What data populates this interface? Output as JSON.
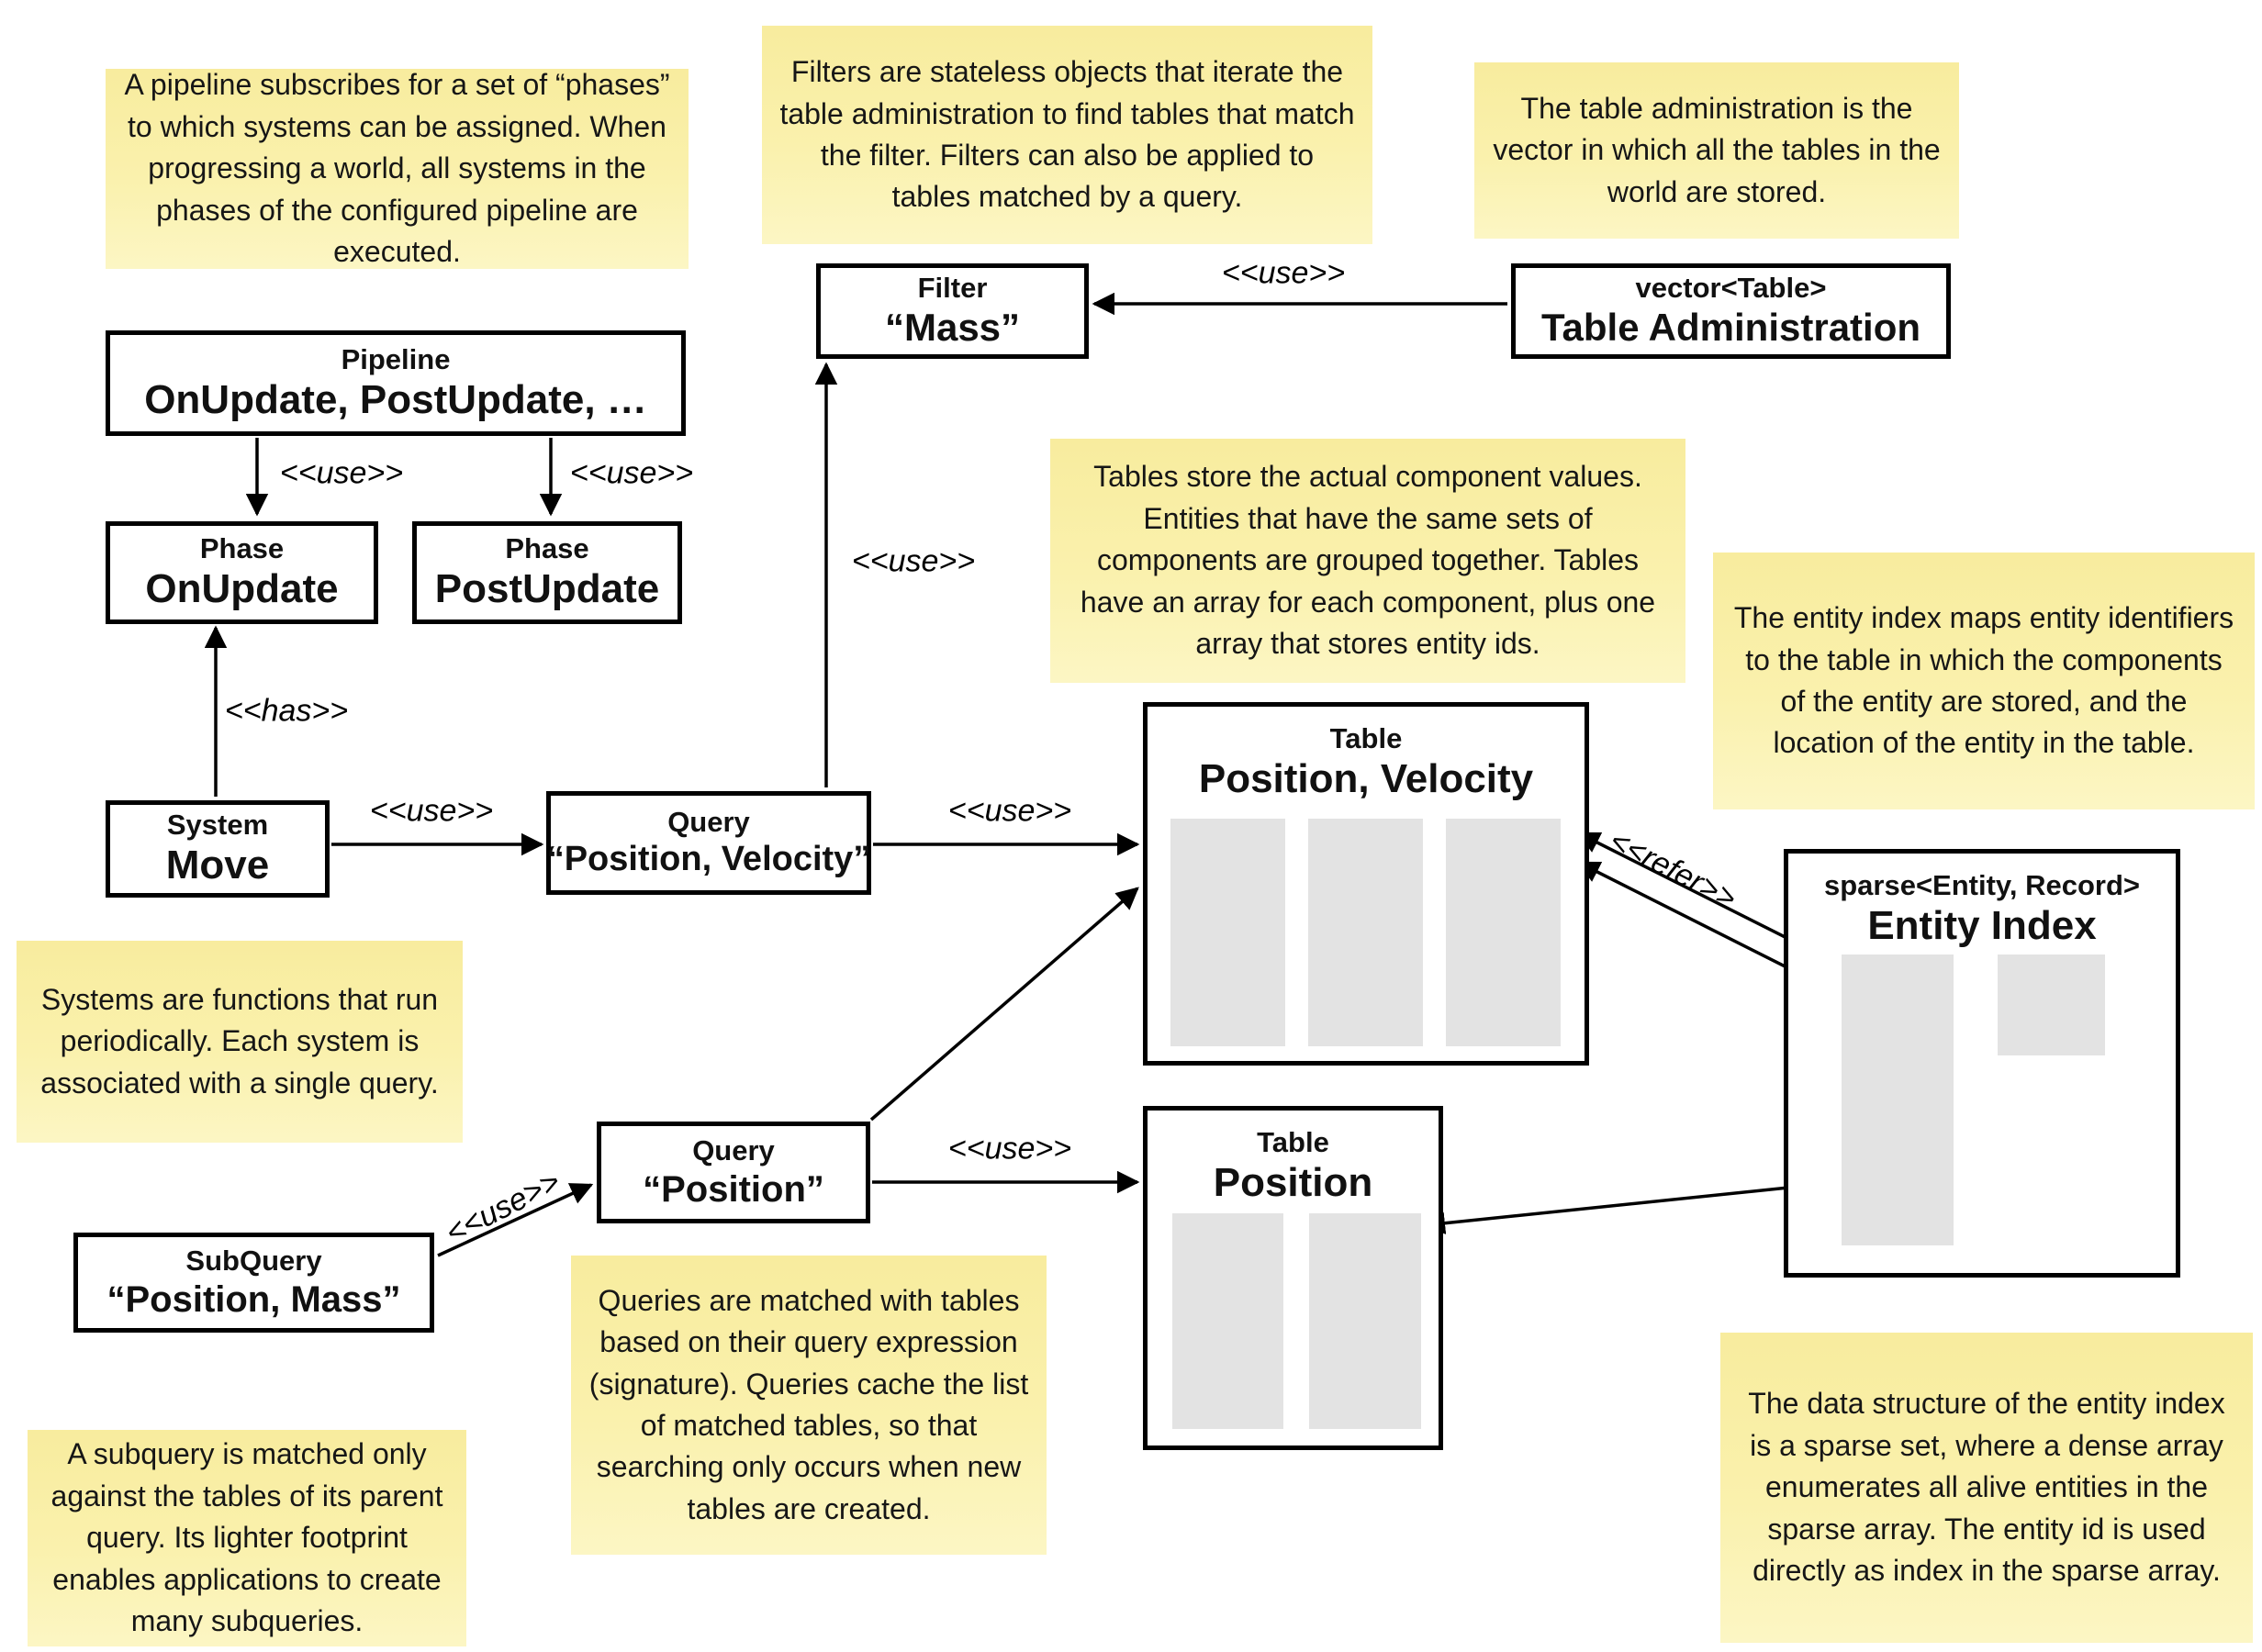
{
  "colors": {
    "note_bg_top": "#f8ec9e",
    "note_bg_bottom": "#fcf6c4",
    "box_border": "#000000",
    "array_fill": "#e3e3e3",
    "background": "#ffffff"
  },
  "notes": [
    {
      "id": "pipeline-note",
      "text": "A pipeline subscribes for a set of “phases” to which systems can be assigned. When progressing a world, all systems in the phases of the configured pipeline are executed."
    },
    {
      "id": "filters-note",
      "text": "Filters are stateless objects that iterate the table administration to find tables that match the filter. Filters can also be applied to tables matched by a query."
    },
    {
      "id": "table-admin-note",
      "text": "The table administration is the vector in which all the tables in the world are stored."
    },
    {
      "id": "tables-note",
      "text": "Tables store the actual component values. Entities that have the same sets of components are grouped together. Tables have an array for each component, plus one array that stores entity ids."
    },
    {
      "id": "entity-index-note",
      "text": "The entity index maps entity identifiers to the table in which the components of the entity are stored, and the location of the entity in the table."
    },
    {
      "id": "systems-note",
      "text": "Systems are functions that run periodically. Each system is associated with a single query."
    },
    {
      "id": "queries-note",
      "text": "Queries are matched with tables based on their query expression (signature). Queries cache the list of matched tables, so that searching only occurs when new tables are created."
    },
    {
      "id": "subquery-note",
      "text": "A subquery is matched only against the tables of its parent query. Its lighter footprint enables applications to create many subqueries."
    },
    {
      "id": "sparse-note",
      "text": "The data structure of the entity index is a sparse set, where a dense array enumerates all alive entities in the sparse array. The entity id is used directly as index in the sparse array."
    }
  ],
  "boxes": [
    {
      "id": "pipeline",
      "title": "Pipeline",
      "name": "OnUpdate, PostUpdate, …"
    },
    {
      "id": "phase-onupdate",
      "title": "Phase",
      "name": "OnUpdate"
    },
    {
      "id": "phase-postupdate",
      "title": "Phase",
      "name": "PostUpdate"
    },
    {
      "id": "filter-mass",
      "title": "Filter",
      "name": "“Mass”"
    },
    {
      "id": "table-admin",
      "title": "vector<Table>",
      "name": "Table Administration"
    },
    {
      "id": "system-move",
      "title": "System",
      "name": "Move"
    },
    {
      "id": "query-pos-vel",
      "title": "Query",
      "name": "“Position, Velocity”"
    },
    {
      "id": "table-pos-vel",
      "title": "Table",
      "name": "Position, Velocity"
    },
    {
      "id": "entity-index",
      "title": "sparse<Entity, Record>",
      "name": "Entity Index"
    },
    {
      "id": "query-pos",
      "title": "Query",
      "name": "“Position”"
    },
    {
      "id": "subquery",
      "title": "SubQuery",
      "name": "“Position, Mass”"
    },
    {
      "id": "table-pos",
      "title": "Table",
      "name": "Position"
    }
  ],
  "edges": [
    {
      "from": "Pipeline",
      "to": "Phase OnUpdate",
      "label": "<<use>>"
    },
    {
      "from": "Pipeline",
      "to": "Phase PostUpdate",
      "label": "<<use>>"
    },
    {
      "from": "System Move",
      "to": "Phase OnUpdate",
      "label": "<<has>>"
    },
    {
      "from": "System Move",
      "to": "Query “Position, Velocity”",
      "label": "<<use>>"
    },
    {
      "from": "Query “Position, Velocity”",
      "to": "Filter “Mass”",
      "label": "<<use>>"
    },
    {
      "from": "Table Administration",
      "to": "Filter “Mass”",
      "label": "<<use>>"
    },
    {
      "from": "Query “Position, Velocity”",
      "to": "Table Position, Velocity",
      "label": "<<use>>"
    },
    {
      "from": "Query “Position”",
      "to": "Table Position, Velocity",
      "label": ""
    },
    {
      "from": "Query “Position”",
      "to": "Table Position",
      "label": "<<use>>"
    },
    {
      "from": "SubQuery “Position, Mass”",
      "to": "Query “Position”",
      "label": "<<use>>"
    },
    {
      "from": "Entity Index",
      "to": "Table Position, Velocity",
      "label": "<<refer>>"
    },
    {
      "from": "Entity Index",
      "to": "Table Position",
      "label": ""
    }
  ]
}
